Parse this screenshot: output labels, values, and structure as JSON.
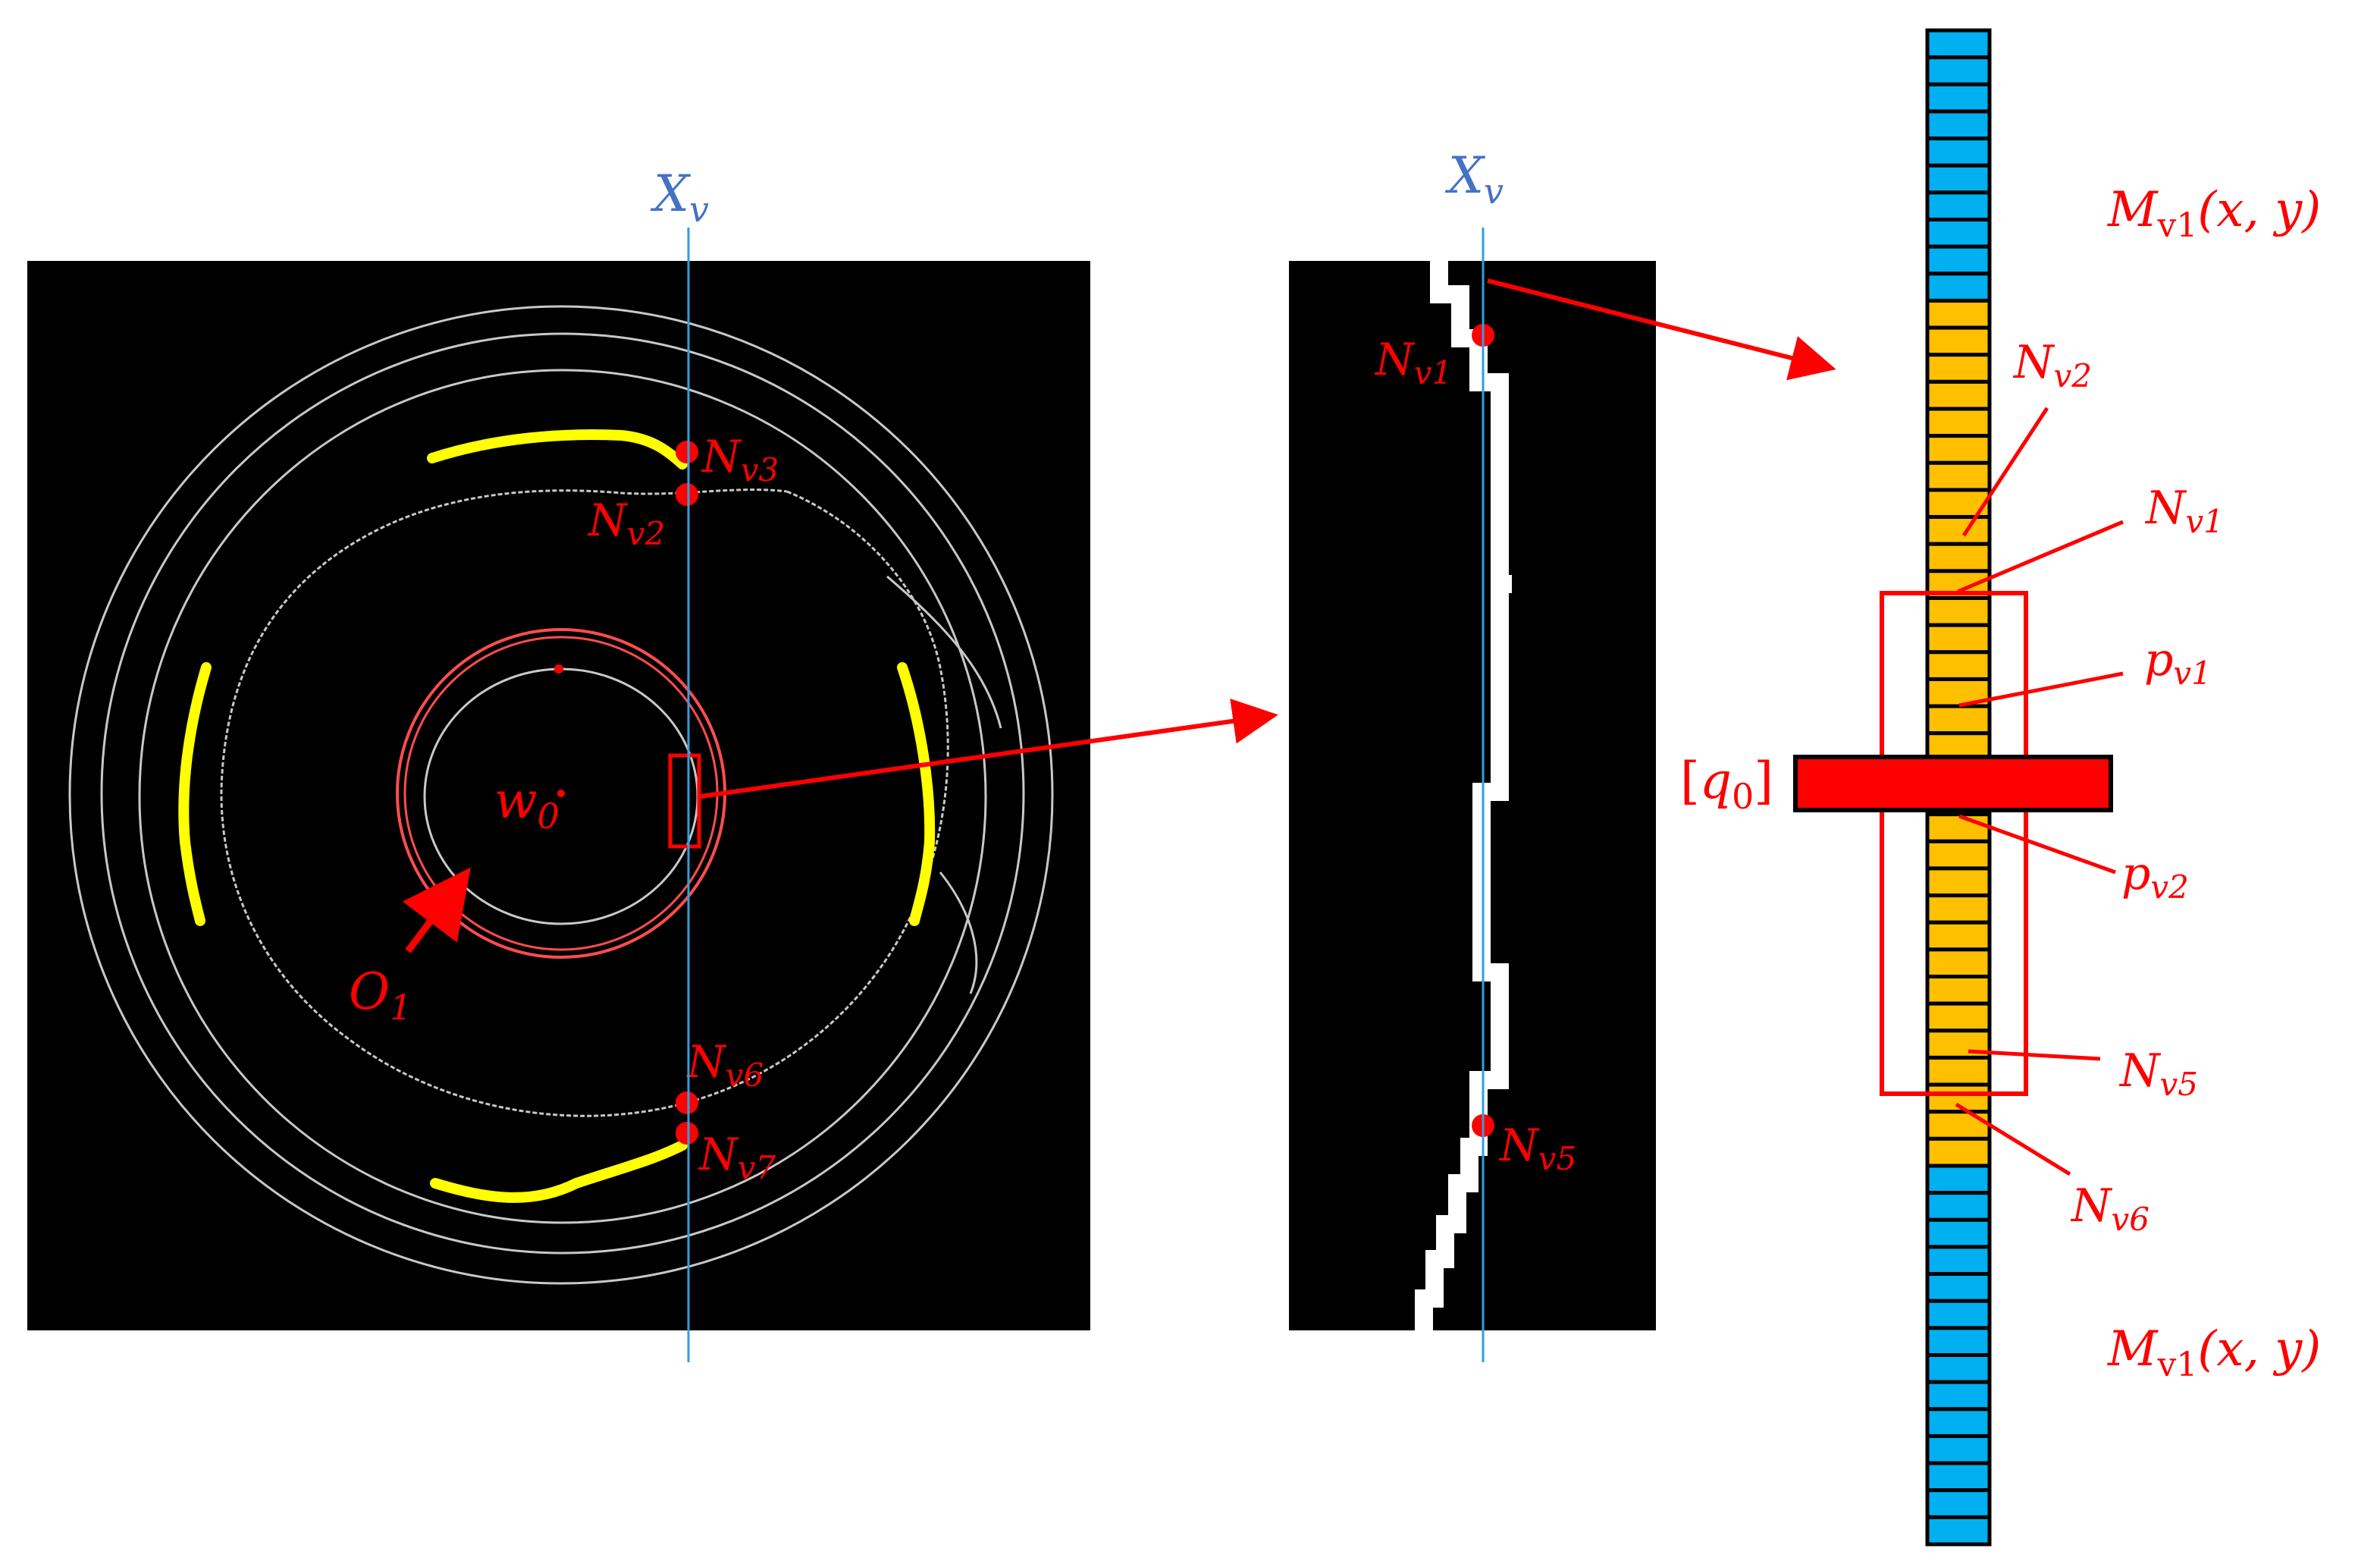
{
  "axis_label": {
    "main": "X",
    "sub": "v"
  },
  "left_panel": {
    "center_label": {
      "main": "w",
      "sub": "0"
    },
    "circle_label": {
      "main": "O",
      "sub": "1"
    },
    "point_labels": {
      "nv3": {
        "main": "N",
        "sub": "v3"
      },
      "nv2": {
        "main": "N",
        "sub": "v2"
      },
      "nv6": {
        "main": "N",
        "sub": "v6"
      },
      "nv7": {
        "main": "N",
        "sub": "v7"
      }
    }
  },
  "middle_panel": {
    "point_labels": {
      "nv1": {
        "main": "N",
        "sub": "v1"
      },
      "nv5": {
        "main": "N",
        "sub": "v5"
      }
    }
  },
  "right_panel": {
    "matrix_label": {
      "main": "M",
      "sub": "v1",
      "args": "(x, y)"
    },
    "threshold_label": {
      "open": "[",
      "main": "q",
      "sub": "0",
      "close": "]"
    },
    "callouts": {
      "nv2": {
        "main": "N",
        "sub": "v2"
      },
      "nv1": {
        "main": "N",
        "sub": "v1"
      },
      "pv1": {
        "main": "p",
        "sub": "v1"
      },
      "pv2": {
        "main": "p",
        "sub": "v2"
      },
      "nv5": {
        "main": "N",
        "sub": "v5"
      },
      "nv6": {
        "main": "N",
        "sub": "v6"
      }
    },
    "cell_states": [
      "blue",
      "blue",
      "blue",
      "blue",
      "blue",
      "blue",
      "blue",
      "blue",
      "blue",
      "blue",
      "orange",
      "orange",
      "orange",
      "orange",
      "orange",
      "orange",
      "orange",
      "orange",
      "orange",
      "orange",
      "orange",
      "orange",
      "orange",
      "orange",
      "orange",
      "orange",
      "orange",
      "orange",
      "orange",
      "orange",
      "orange",
      "orange",
      "orange",
      "orange",
      "orange",
      "orange",
      "orange",
      "orange",
      "orange",
      "orange",
      "orange",
      "orange",
      "blue",
      "blue",
      "blue",
      "blue",
      "blue",
      "blue",
      "blue",
      "blue",
      "blue",
      "blue",
      "blue",
      "blue",
      "blue",
      "blue"
    ]
  },
  "colors": {
    "annotation": "#ff0000",
    "axis_line": "#2f9fe0",
    "axis_text": "#4472c4",
    "ring": "#c8c8c8",
    "highlight": "#ffff00",
    "cell_blue": "#00b0f0",
    "cell_orange": "#ffc000",
    "panel_bg": "#000000"
  }
}
